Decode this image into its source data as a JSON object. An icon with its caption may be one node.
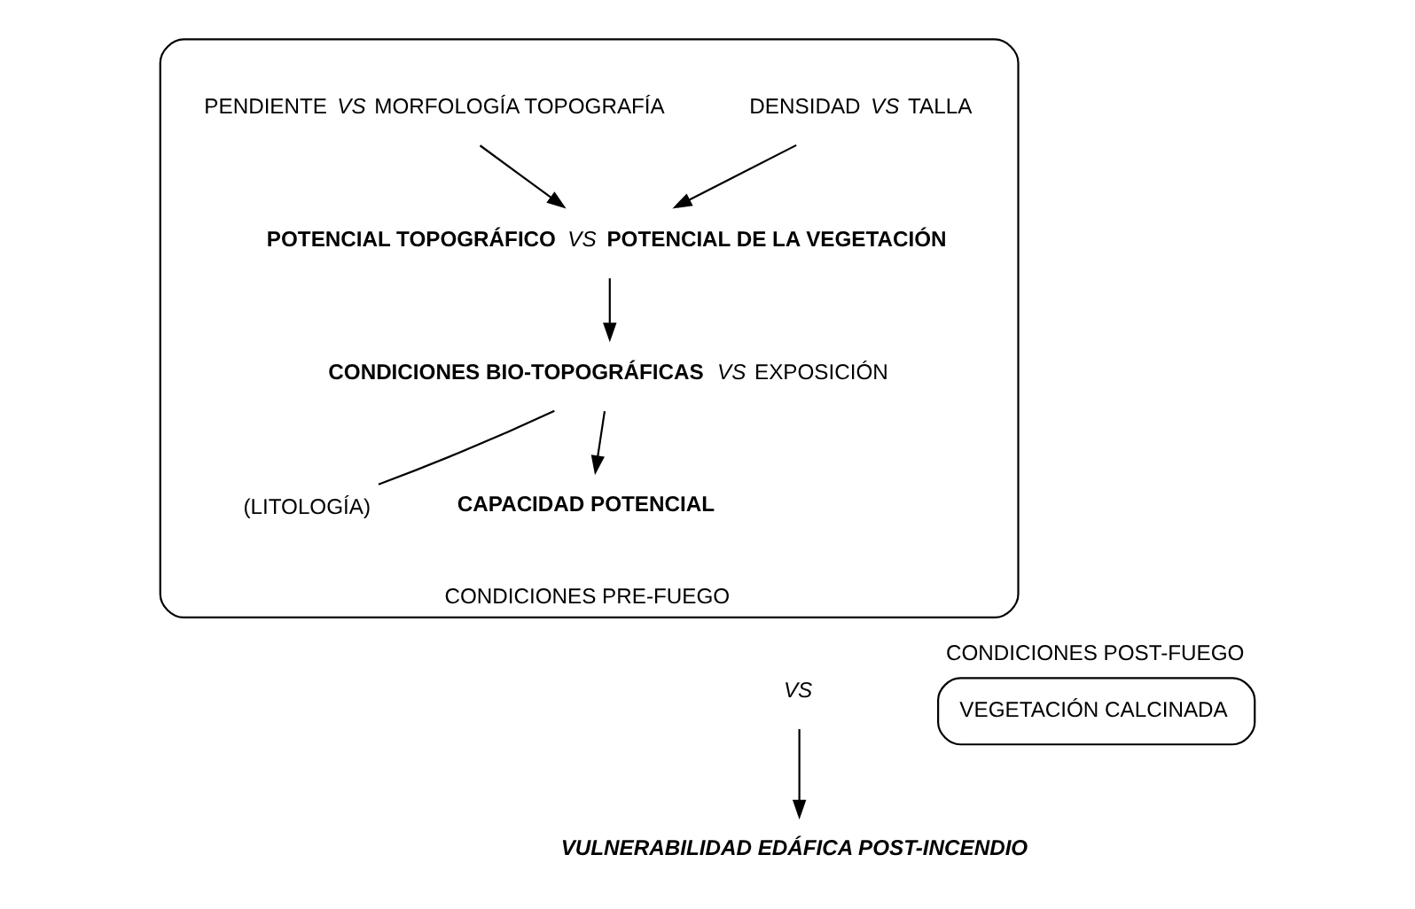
{
  "diagram": {
    "nodes": [
      {
        "text": [
          "CONDICIONES PRE-FUEGO"
        ]
      },
      {
        "text": [
          "PENDIENTE *VS* MORFOLOGÍA TOPOGRAFÍA"
        ],
        "in": 0
      },
      {
        "text": [
          "DENSIDAD *VS* TALLA"
        ],
        "in": 0
      },
      {
        "text": [
          "**POTENCIAL TOPOGRÁFICO** *VS* **POTENCIAL DE LA VEGETACIÓN**"
        ],
        "in": 0
      },
      {
        "text": [
          "**CONDICIONES BIO-TOPOGRÁFICAS** *VS* EXPOSICIÓN"
        ],
        "in": 0
      },
      {
        "text": [
          "(LITOLOGÍA)"
        ],
        "in": 0
      },
      {
        "text": [
          "CAPACIDAD POTENCIAL"
        ],
        "in": 0
      },
      {
        "text": [
          "CONDICIONES POST-FUEGO",
          "VEGETACIÓN CALCINADA"
        ]
      },
      {
        "text": [
          "VS"
        ]
      },
      {
        "text": [
          "VULNERABILIDAD EDÁFICA POST-INCENDIO"
        ]
      }
    ],
    "edges": [
      {
        "from": 1,
        "to": 3,
        "arrow": "to"
      },
      {
        "from": 2,
        "to": 3,
        "arrow": "to"
      },
      {
        "from": 3,
        "to": 4,
        "arrow": "to"
      },
      {
        "from": 5,
        "to": 4,
        "arrow": "none"
      },
      {
        "from": 4,
        "to": 6,
        "arrow": "to"
      },
      {
        "from": 8,
        "to": 9,
        "arrow": "to"
      }
    ]
  }
}
